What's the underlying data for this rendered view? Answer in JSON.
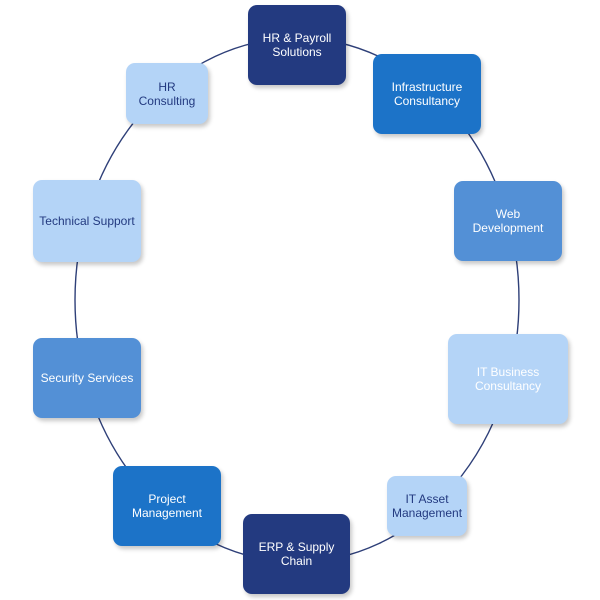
{
  "diagram": {
    "connector_color": "#2e3f78",
    "nodes": [
      {
        "id": "hr-payroll-solutions",
        "label": "HR & Payroll\nSolutions",
        "fill": "#233a80",
        "text_color": "#ffffff"
      },
      {
        "id": "infrastructure-consultancy",
        "label": "Infrastructure\nConsultancy",
        "fill": "#1c73c8",
        "text_color": "#ffffff"
      },
      {
        "id": "web-development",
        "label": "Web Development",
        "fill": "#5390d6",
        "text_color": "#ffffff"
      },
      {
        "id": "it-business-consultancy",
        "label": "IT Business\nConsultancy",
        "fill": "#b4d4f7",
        "text_color": "#ffffff"
      },
      {
        "id": "it-asset-management",
        "label": "IT Asset\nManagement",
        "fill": "#b4d4f7",
        "text_color": "#233a80"
      },
      {
        "id": "erp-supply-chain",
        "label": "ERP & Supply\nChain",
        "fill": "#233a80",
        "text_color": "#ffffff"
      },
      {
        "id": "project-management",
        "label": "Project\nManagement",
        "fill": "#1c73c8",
        "text_color": "#ffffff"
      },
      {
        "id": "security-services",
        "label": "Security Services",
        "fill": "#5390d6",
        "text_color": "#ffffff"
      },
      {
        "id": "technical-support",
        "label": "Technical Support",
        "fill": "#b4d4f7",
        "text_color": "#233a80"
      },
      {
        "id": "hr-consulting",
        "label": "HR\nConsulting",
        "fill": "#b4d4f7",
        "text_color": "#233a80"
      }
    ]
  }
}
